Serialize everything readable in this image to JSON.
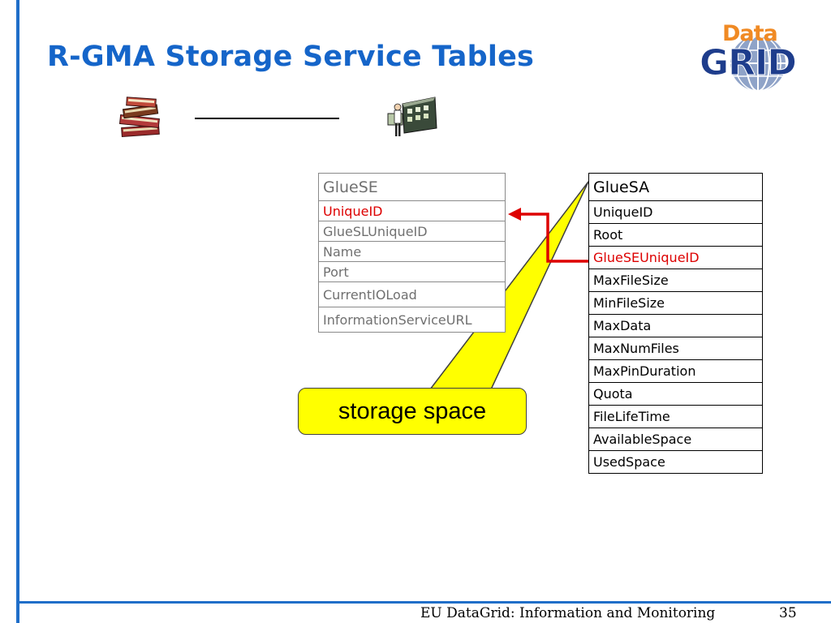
{
  "slide": {
    "title": "R-GMA Storage Service Tables",
    "footer": "EU DataGrid: Information and Monitoring",
    "page_number": "35"
  },
  "logo": {
    "top_text": "Data",
    "main_text": "GRID"
  },
  "icons": {
    "left": "books-icon",
    "right": "laboratory-icon"
  },
  "callout": {
    "label": "storage space",
    "fill_color": "#ffff00"
  },
  "colors": {
    "accent": "#1565c9",
    "key_field": "#dd0000",
    "arrow": "#dd0000"
  },
  "gluese": {
    "header": "GlueSE",
    "rows": [
      "UniqueID",
      "GlueSLUniqueID",
      "Name",
      "Port",
      "CurrentIOLoad",
      "InformationServiceURL"
    ]
  },
  "gluesa": {
    "header": "GlueSA",
    "rows": [
      "UniqueID",
      "Root",
      "GlueSEUniqueID",
      "MaxFileSize",
      "MinFileSize",
      "MaxData",
      "MaxNumFiles",
      "MaxPinDuration",
      "Quota",
      "FileLifeTime",
      "AvailableSpace",
      "UsedSpace"
    ]
  }
}
